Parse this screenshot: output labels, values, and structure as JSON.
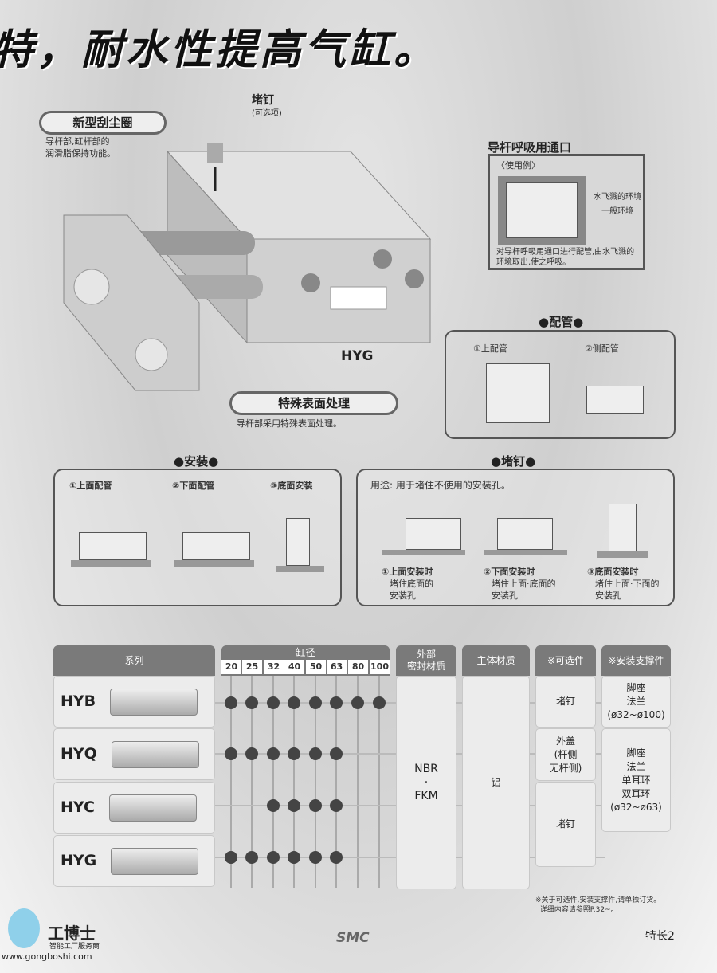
{
  "title": "特，耐水性提高气缸。",
  "callouts": {
    "wiper": {
      "label": "新型刮尘圈",
      "desc": "导杆部,缸杆部的\n润滑脂保持功能。"
    },
    "plug": {
      "label": "堵钉",
      "sub": "(可选项)"
    },
    "breather": {
      "label": "导杆呼吸用通口",
      "example": "〈使用例〉",
      "splash": "水飞溅的环境",
      "normal": "一般环境",
      "desc": "对导杆呼吸用通口进行配管,由水飞溅的环境取出,使之呼吸。"
    },
    "surface": {
      "label": "特殊表面处理",
      "desc": "导杆部采用特殊表面处理。"
    },
    "model": "HYG"
  },
  "piping": {
    "title": "●配管●",
    "items": [
      "①上配管",
      "②侧配管"
    ]
  },
  "mounting": {
    "title": "●安装●",
    "items": [
      "①上面配管",
      "②下面配管",
      "③底面安装"
    ]
  },
  "plugs": {
    "title": "●堵钉●",
    "usage": "用途: 用于堵住不使用的安装孔。",
    "items": [
      {
        "title": "①上面安装时",
        "desc": "堵住底面的\n安装孔"
      },
      {
        "title": "②下面安装时",
        "desc": "堵住上面·底面的\n安装孔"
      },
      {
        "title": "③底面安装时",
        "desc": "堵住上面·下面的\n安装孔"
      }
    ]
  },
  "table": {
    "headers": {
      "series": "系列",
      "bore": "缸径",
      "seal": "外部\n密封材质",
      "body": "主体材质",
      "options": "※可选件",
      "mount": "※安装支撑件"
    },
    "bores": [
      "20",
      "25",
      "32",
      "40",
      "50",
      "63",
      "80",
      "100"
    ],
    "rows": [
      {
        "series": "HYB",
        "bores": [
          1,
          1,
          1,
          1,
          1,
          1,
          1,
          1
        ]
      },
      {
        "series": "HYQ",
        "bores": [
          1,
          1,
          1,
          1,
          1,
          1,
          0,
          0
        ]
      },
      {
        "series": "HYC",
        "bores": [
          0,
          0,
          1,
          1,
          1,
          1,
          0,
          0
        ]
      },
      {
        "series": "HYG",
        "bores": [
          1,
          1,
          1,
          1,
          1,
          1,
          0,
          0
        ]
      }
    ],
    "seal": "NBR\n·\nFKM",
    "body": "铝",
    "options": [
      "堵钉",
      "外盖\n(杆侧\n无杆侧)",
      "堵钉"
    ],
    "mount": [
      "脚座\n法兰\n(ø32~ø100)",
      "脚座\n法兰\n单耳环\n双耳环\n(ø32~ø63)"
    ],
    "note": "※关于可选件,安装支撑件,请单独订货。\n  详细内容请参照P.32~。",
    "dot_color": "#444444"
  },
  "footer": {
    "logo_name": "工博士",
    "logo_sub": "智能工厂服务商",
    "url": "www.gongboshi.com",
    "brand": "SMC",
    "page": "特长2"
  }
}
